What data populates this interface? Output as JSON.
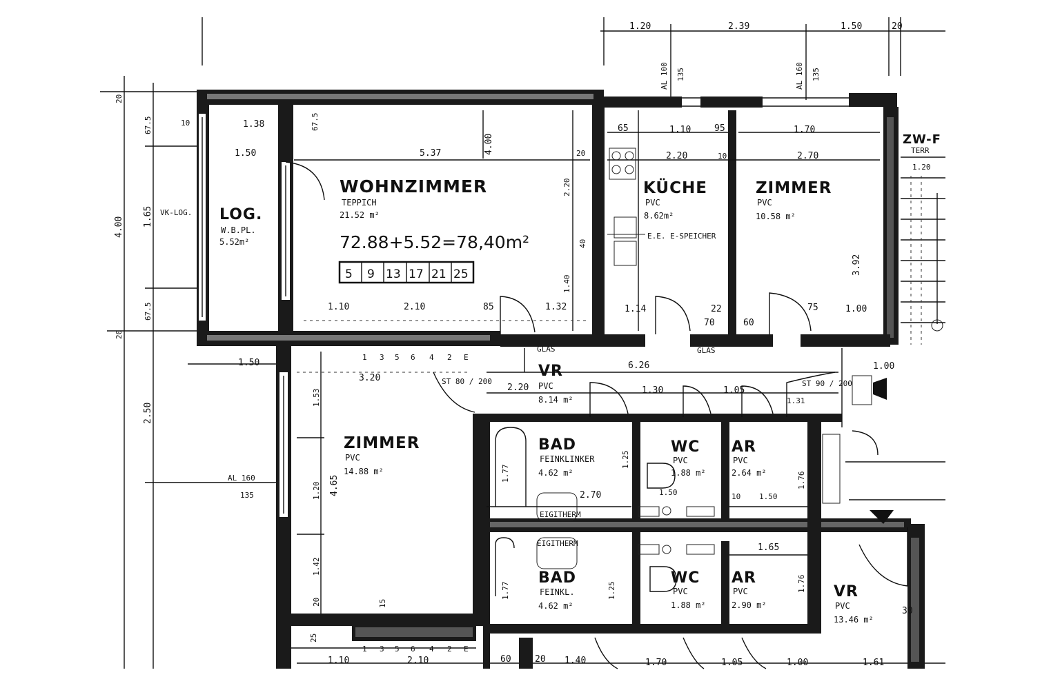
{
  "plan": {
    "total_area": "72.88+5.52=78,40m²",
    "floor_numbers": [
      "5",
      "9",
      "13",
      "17",
      "21",
      "25"
    ],
    "rooms": {
      "loggia": {
        "name": "LOG.",
        "floor": "W.B.PL.",
        "area": "5.52m²",
        "tag": "VK-LOG.",
        "extra": "AL 160 / 1.65"
      },
      "wohnzimmer": {
        "name": "WOHNZIMMER",
        "floor": "TEPPICH",
        "area": "21.52 m²"
      },
      "kueche": {
        "name": "KÜCHE",
        "floor": "PVC",
        "area": "8.62m²",
        "extra": "E.E. E-SPEICHER"
      },
      "zimmer_ne": {
        "name": "ZIMMER",
        "floor": "PVC",
        "area": "10.58 m²"
      },
      "vorraum": {
        "name": "VR",
        "floor": "PVC",
        "area": "8.14 m²"
      },
      "zimmer_sw": {
        "name": "ZIMMER",
        "floor": "PVC",
        "area": "14.88 m²"
      },
      "bad1": {
        "name": "BAD",
        "floor": "FEINKLINKER",
        "area": "4.62 m²",
        "fixture": "EIGITHERM"
      },
      "wc1": {
        "name": "WC",
        "floor": "PVC",
        "area": "1.88 m²"
      },
      "ar1": {
        "name": "AR",
        "floor": "PVC",
        "area": "2.64 m²"
      },
      "bad2": {
        "name": "BAD",
        "floor": "FEINKL.",
        "area": "4.62 m²",
        "fixture": "EIGITHERM"
      },
      "wc2": {
        "name": "WC",
        "floor": "PVC",
        "area": "1.88 m²"
      },
      "ar2": {
        "name": "AR",
        "floor": "PVC",
        "area": "2.90 m²"
      },
      "vr2": {
        "name": "VR",
        "floor": "PVC",
        "area": "13.46 m²"
      },
      "zw": {
        "name": "ZW-F",
        "sub": "TERR",
        "dim": "1.20"
      }
    },
    "dims": {
      "top": [
        "1.20",
        "2.39",
        "1.50",
        "20"
      ],
      "top_windows": [
        "AL 100",
        "135",
        "AL 160",
        "135"
      ],
      "left_outer": [
        "4.00",
        "20",
        "67.5",
        "1.65",
        "67.5",
        "20",
        "2.50"
      ],
      "left_low": [
        "AL 160",
        "135"
      ],
      "loggia": [
        "1.38",
        "1.50",
        "10",
        "1.50"
      ],
      "wohn": [
        "5.37",
        "4.00",
        "20",
        "2.20",
        "40",
        "1.40",
        "1.10",
        "2.10",
        "85",
        "1.32",
        "67.5"
      ],
      "kueche_top": [
        "65",
        "1.10",
        "95",
        "1.70",
        "2.20",
        "10",
        "2.70"
      ],
      "kueche_bottom": [
        "1.14",
        "22",
        "70",
        "60",
        "75",
        "1.00",
        "3.92"
      ],
      "vr": [
        "6.26",
        "2.20",
        "1.30",
        "1.05",
        "1.31",
        "1.00"
      ],
      "zimmer_sw": [
        "3.20",
        "1.53",
        "1.20",
        "4.65",
        "1.42",
        "20",
        "15",
        "25"
      ],
      "lintel_top": [
        "1",
        "3",
        "5",
        "6",
        "4",
        "2",
        "E"
      ],
      "lintel_bottom": [
        "1",
        "3",
        "5",
        "6",
        "4",
        "2",
        "E"
      ],
      "bottom": [
        "1.10",
        "2.10",
        "60",
        "20",
        "1.40",
        "1.70",
        "1.05",
        "1.00",
        "1.61"
      ],
      "bad": [
        "1.77",
        "2.70",
        "1.25",
        "1.76",
        "1.50",
        "10",
        "1.50",
        "1.65",
        "30"
      ],
      "door_labels": [
        "ST 80 / 200",
        "ST 90 / 200",
        "GLAS",
        "GLAS"
      ]
    }
  }
}
